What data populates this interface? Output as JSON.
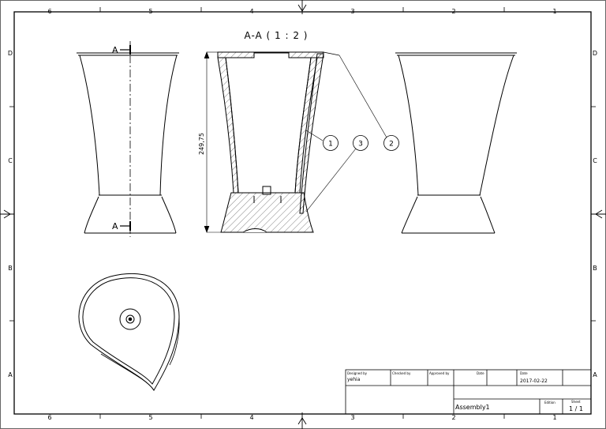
{
  "zones": {
    "columns": [
      "6",
      "5",
      "4",
      "3",
      "2",
      "1"
    ],
    "rows": [
      "D",
      "C",
      "B",
      "A"
    ]
  },
  "section_view": {
    "title": "A-A ( 1 : 2 )"
  },
  "section_markers": {
    "top": "A",
    "bottom": "A"
  },
  "dimension": {
    "height": "249,75"
  },
  "balloons": [
    "1",
    "3",
    "2"
  ],
  "title_block": {
    "designed_by_label": "Designed by",
    "designed_by": "yehia",
    "checked_by_label": "Checked by",
    "approved_by_label": "Approved by",
    "date_label_1": "Date",
    "date_label_2": "Date",
    "date": "2017-02-22",
    "name": "Assembly1",
    "edition_label": "Edition",
    "sheet_label": "Sheet",
    "sheet": "1 / 1"
  }
}
